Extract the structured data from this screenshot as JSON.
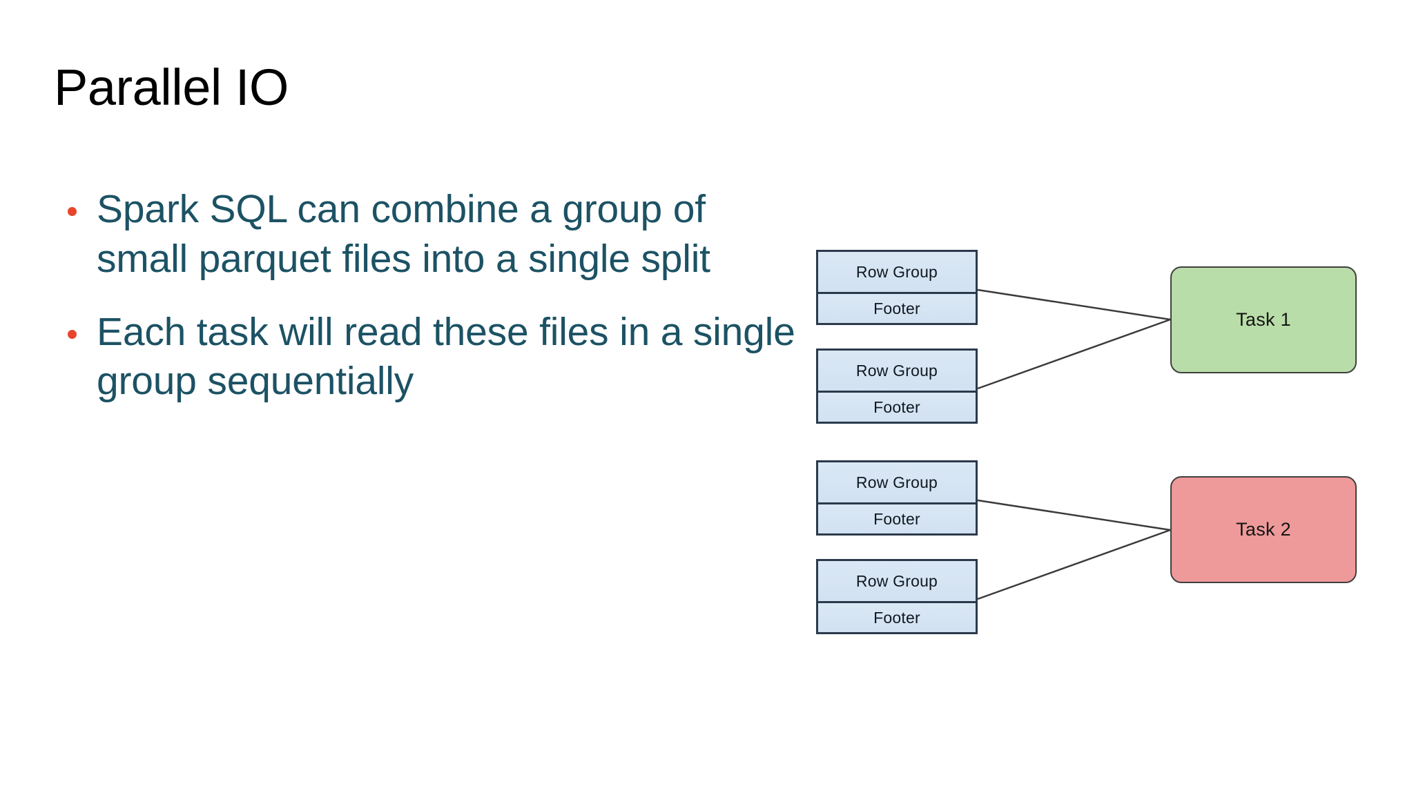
{
  "slide": {
    "title": "Parallel IO",
    "background_color": "#ffffff"
  },
  "colors": {
    "title_text": "#000000",
    "bullet_text": "#1c5264",
    "bullet_marker": "#e8452c",
    "file_box_fill": "#d6e4f2",
    "file_box_border": "#2b3a4a",
    "task1_fill": "#b9dda8",
    "task2_fill": "#ee9a9a",
    "task_border": "#403f3f",
    "connector_line": "#3a3a3a"
  },
  "bullets": [
    {
      "marker": "•",
      "text": "Spark SQL can combine a group of small parquet files into a single split"
    },
    {
      "marker": "•",
      "text": "Each task will read these files in a single group sequentially"
    }
  ],
  "diagram": {
    "file_boxes": [
      {
        "row_group_label": "Row Group",
        "footer_label": "Footer"
      },
      {
        "row_group_label": "Row Group",
        "footer_label": "Footer"
      },
      {
        "row_group_label": "Row Group",
        "footer_label": "Footer"
      },
      {
        "row_group_label": "Row Group",
        "footer_label": "Footer"
      }
    ],
    "tasks": [
      {
        "label": "Task 1"
      },
      {
        "label": "Task 2"
      }
    ]
  }
}
